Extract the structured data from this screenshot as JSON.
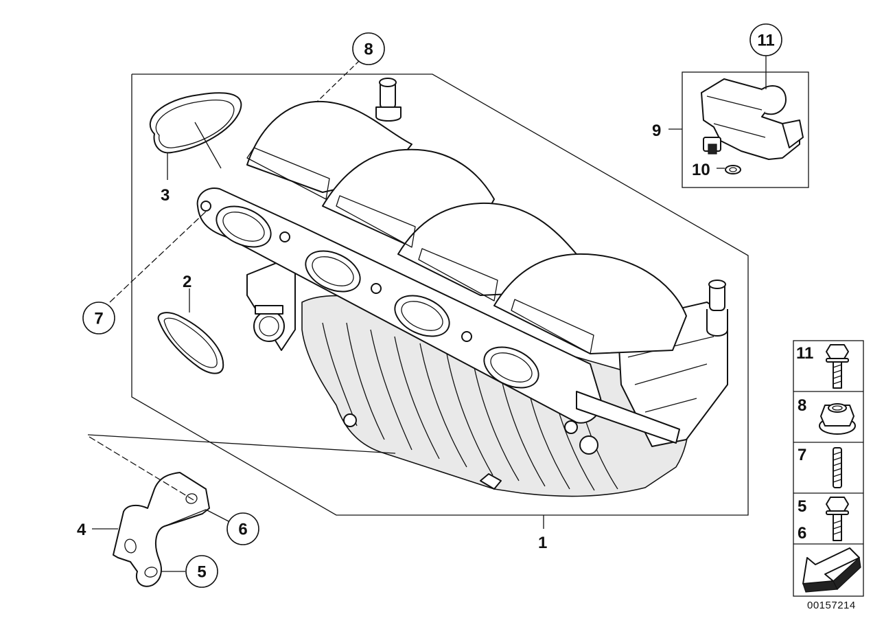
{
  "diagram": {
    "callouts": {
      "c8": "8",
      "c11": "11",
      "c7": "7",
      "c6": "6",
      "c5": "5"
    },
    "labels": {
      "l3": "3",
      "l2": "2",
      "l4": "4",
      "l1": "1",
      "l9": "9",
      "l10": "10"
    },
    "hardware_panel": {
      "rows": [
        {
          "labels": [
            "11"
          ],
          "part": "flange-bolt"
        },
        {
          "labels": [
            "8"
          ],
          "part": "hex-flange-nut"
        },
        {
          "labels": [
            "7"
          ],
          "part": "stud"
        },
        {
          "labels": [
            "5",
            "6"
          ],
          "part": "hex-bolt"
        }
      ],
      "arrow": "direction-arrow-icon"
    },
    "document_number": "00157214"
  }
}
